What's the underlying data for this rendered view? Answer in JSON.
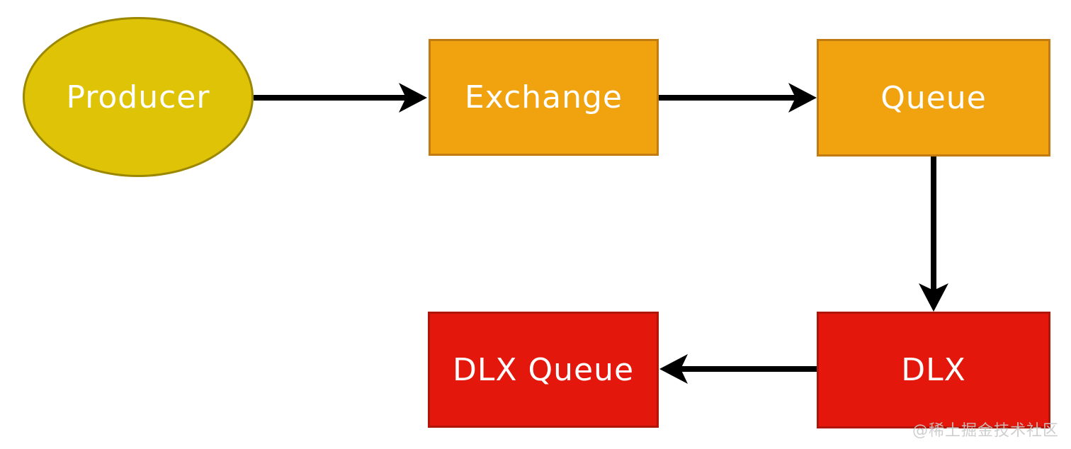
{
  "diagram": {
    "type": "flow-diagram",
    "background": "#ffffff",
    "nodes": {
      "producer": {
        "label": "Producer",
        "shape": "ellipse",
        "fill": "#dfc306",
        "border": "#9b8700",
        "text_color": "#ffffff"
      },
      "exchange": {
        "label": "Exchange",
        "shape": "rect",
        "fill": "#f0a30f",
        "border": "#c07c12",
        "text_color": "#ffffff"
      },
      "queue": {
        "label": "Queue",
        "shape": "rect",
        "fill": "#f0a30f",
        "border": "#c07c12",
        "text_color": "#ffffff"
      },
      "dlx": {
        "label": "DLX",
        "shape": "rect",
        "fill": "#e3170b",
        "border": "#b01508",
        "text_color": "#ffffff"
      },
      "dlx_queue": {
        "label": "DLX Queue",
        "shape": "rect",
        "fill": "#e3170b",
        "border": "#b01508",
        "text_color": "#ffffff"
      }
    },
    "edges": [
      {
        "from": "producer",
        "to": "exchange",
        "direction": "right"
      },
      {
        "from": "exchange",
        "to": "queue",
        "direction": "right"
      },
      {
        "from": "queue",
        "to": "dlx",
        "direction": "down"
      },
      {
        "from": "dlx",
        "to": "dlx_queue",
        "direction": "left"
      }
    ],
    "arrow_color": "#000000"
  },
  "watermark": {
    "text": "@稀土掘金技术社区",
    "color": "#c9c9c9"
  }
}
